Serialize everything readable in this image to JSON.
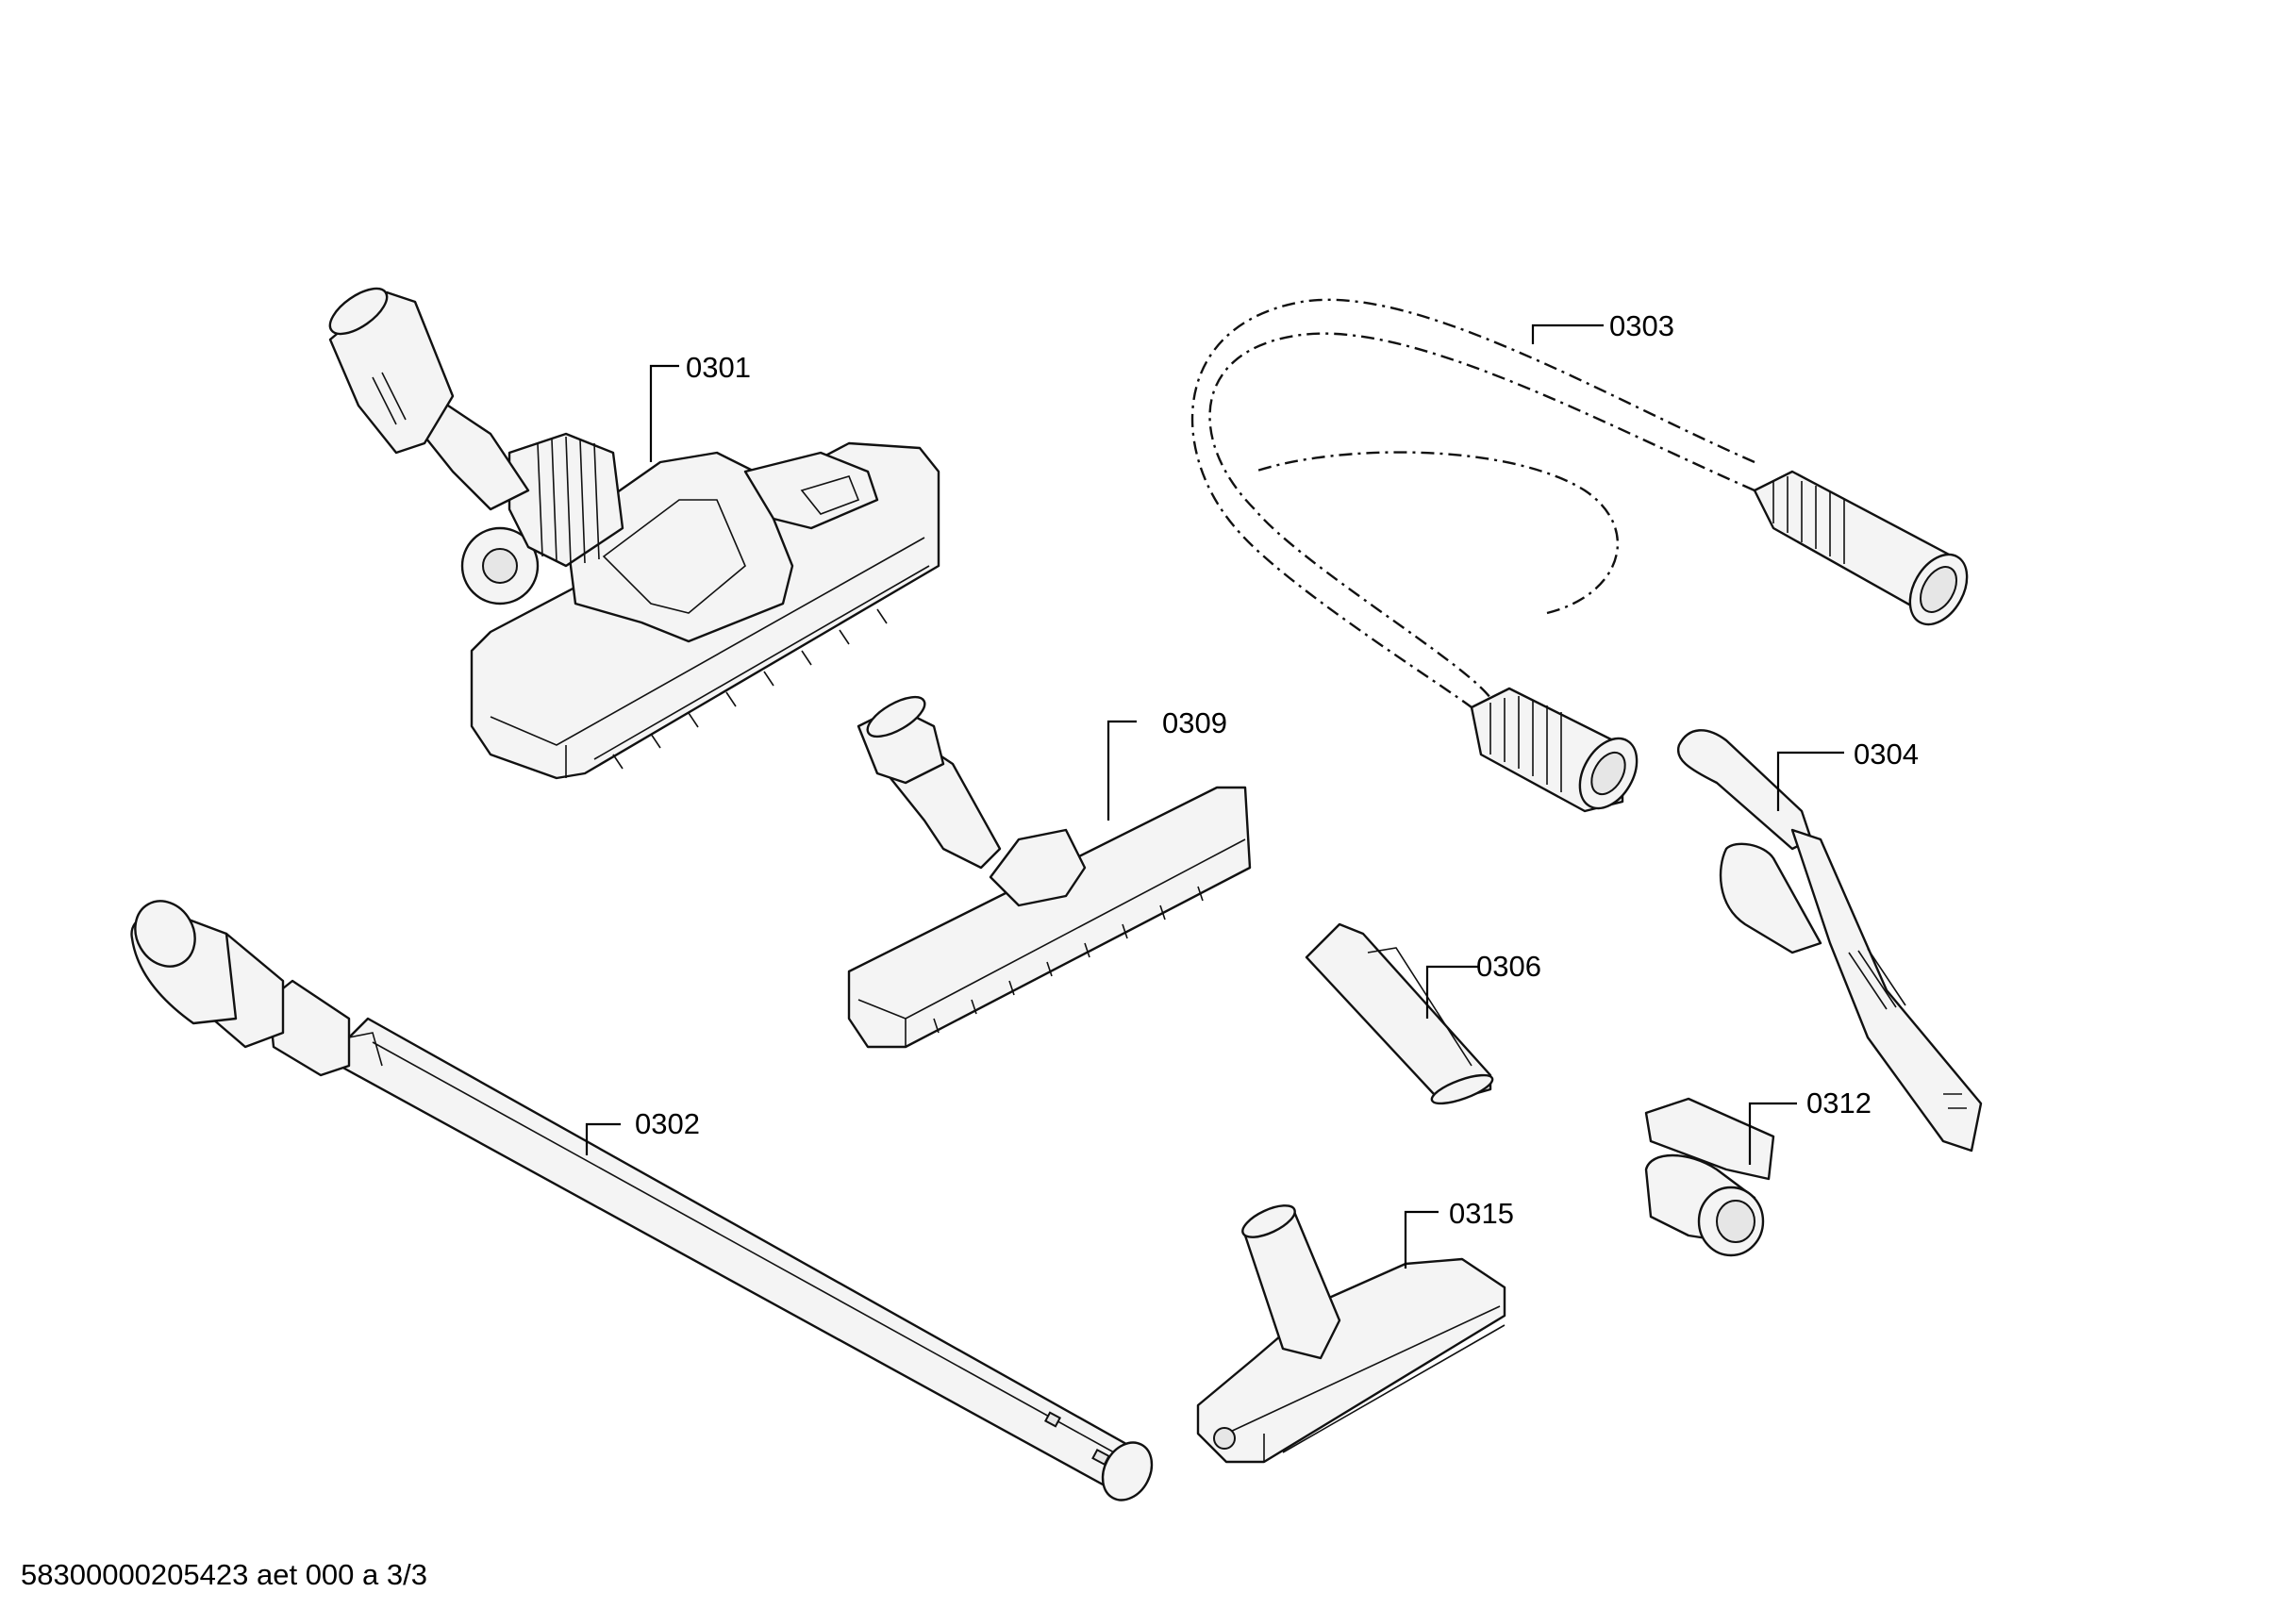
{
  "parts": [
    {
      "id": "floor-nozzle",
      "label": "0301"
    },
    {
      "id": "telescopic-tube",
      "label": "0302"
    },
    {
      "id": "suction-hose",
      "label": "0303"
    },
    {
      "id": "handle",
      "label": "0304"
    },
    {
      "id": "crevice-tool",
      "label": "0306"
    },
    {
      "id": "parquet-nozzle",
      "label": "0309"
    },
    {
      "id": "clip",
      "label": "0312"
    },
    {
      "id": "upholstery-nozzle",
      "label": "0315"
    }
  ],
  "footer": "58300000205423 aet 000 a 3/3"
}
